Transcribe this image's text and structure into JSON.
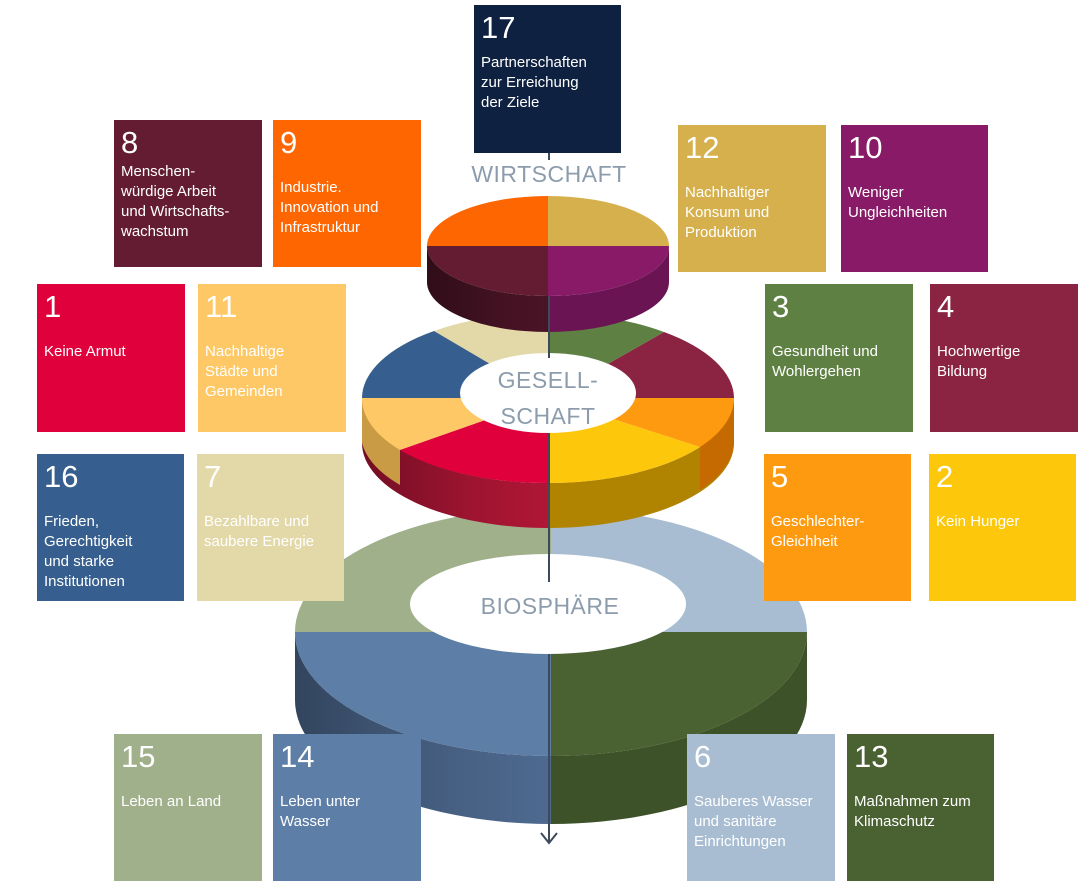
{
  "layers": {
    "wirtschaft": "WIRTSCHAFT",
    "gesellschaft": "GESELL-\nSCHAFT",
    "biosphaere": "BIOSPHÄRE"
  },
  "goals": [
    {
      "number": "1",
      "label": "Keine Armut",
      "color": "#e0003c"
    },
    {
      "number": "2",
      "label": "Kein Hunger",
      "color": "#fdc70b"
    },
    {
      "number": "3",
      "label": "Gesundheit und\nWohlergehen",
      "color": "#5f8043"
    },
    {
      "number": "4",
      "label": "Hochwertige\nBildung",
      "color": "#8b2343"
    },
    {
      "number": "5",
      "label": "Geschlechter-\nGleichheit",
      "color": "#fd9a0f"
    },
    {
      "number": "6",
      "label": "Sauberes Wasser\nund sanitäre\nEinrichtungen",
      "color": "#a8bdd2"
    },
    {
      "number": "7",
      "label": "Bezahlbare und\nsaubere Energie",
      "color": "#e3d8a7"
    },
    {
      "number": "8",
      "label": "Menschen-\nwürdige Arbeit\nund Wirtschafts-\nwachstum",
      "color": "#641c32"
    },
    {
      "number": "9",
      "label": "Industrie.\nInnovation und\nInfrastruktur",
      "color": "#fd6600"
    },
    {
      "number": "10",
      "label": "Weniger\nUngleichheiten",
      "color": "#891a67"
    },
    {
      "number": "11",
      "label": "Nachhaltige\nStädte und\nGemeinden",
      "color": "#fdc865"
    },
    {
      "number": "12",
      "label": "Nachhaltiger\nKonsum und\nProduktion",
      "color": "#d5b04c"
    },
    {
      "number": "13",
      "label": "Maßnahmen zum\nKlimaschutz",
      "color": "#4a6132"
    },
    {
      "number": "14",
      "label": "Leben unter\nWasser",
      "color": "#5d7ea6"
    },
    {
      "number": "15",
      "label": "Leben an Land",
      "color": "#9fb08b"
    },
    {
      "number": "16",
      "label": "Frieden,\nGerechtigkeit\nund starke\nInstitutionen",
      "color": "#365e8e"
    },
    {
      "number": "17",
      "label": "Partnerschaften\nzur Erreichung\nder Ziele",
      "color": "#0f2140"
    }
  ]
}
